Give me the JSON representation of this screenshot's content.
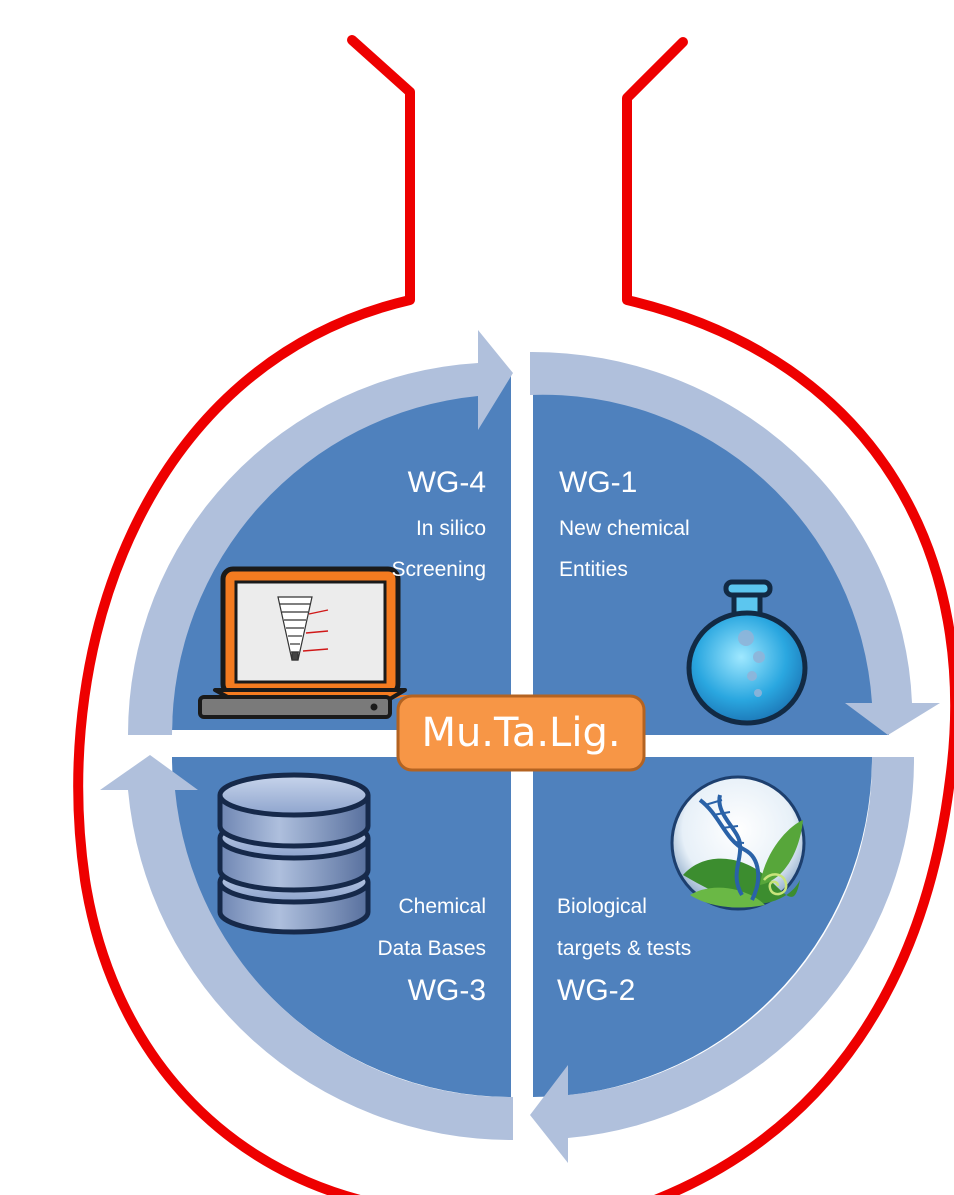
{
  "center": {
    "label": "Mu.Ta.Lig."
  },
  "groups": [
    {
      "id": "WG-1",
      "title": "WG-1",
      "lines": [
        "New chemical",
        "Entities"
      ],
      "icon": "flask-icon"
    },
    {
      "id": "WG-2",
      "title": "WG-2",
      "lines": [
        "Biological",
        "targets & tests"
      ],
      "icon": "dna-leaf-icon"
    },
    {
      "id": "WG-3",
      "title": "WG-3",
      "lines": [
        "Chemical",
        "Data Bases"
      ],
      "icon": "database-icon"
    },
    {
      "id": "WG-4",
      "title": "WG-4",
      "lines": [
        "In silico",
        "Screening"
      ],
      "icon": "laptop-icon"
    }
  ],
  "colors": {
    "flask_outline": "#ee0000",
    "quadrant": "#4f81bd",
    "arrow": "#b0c0dc",
    "center_box": "#f79646",
    "center_border": "#b46321",
    "laptop_body": "#f47b20",
    "database": "#8aa0c8"
  }
}
